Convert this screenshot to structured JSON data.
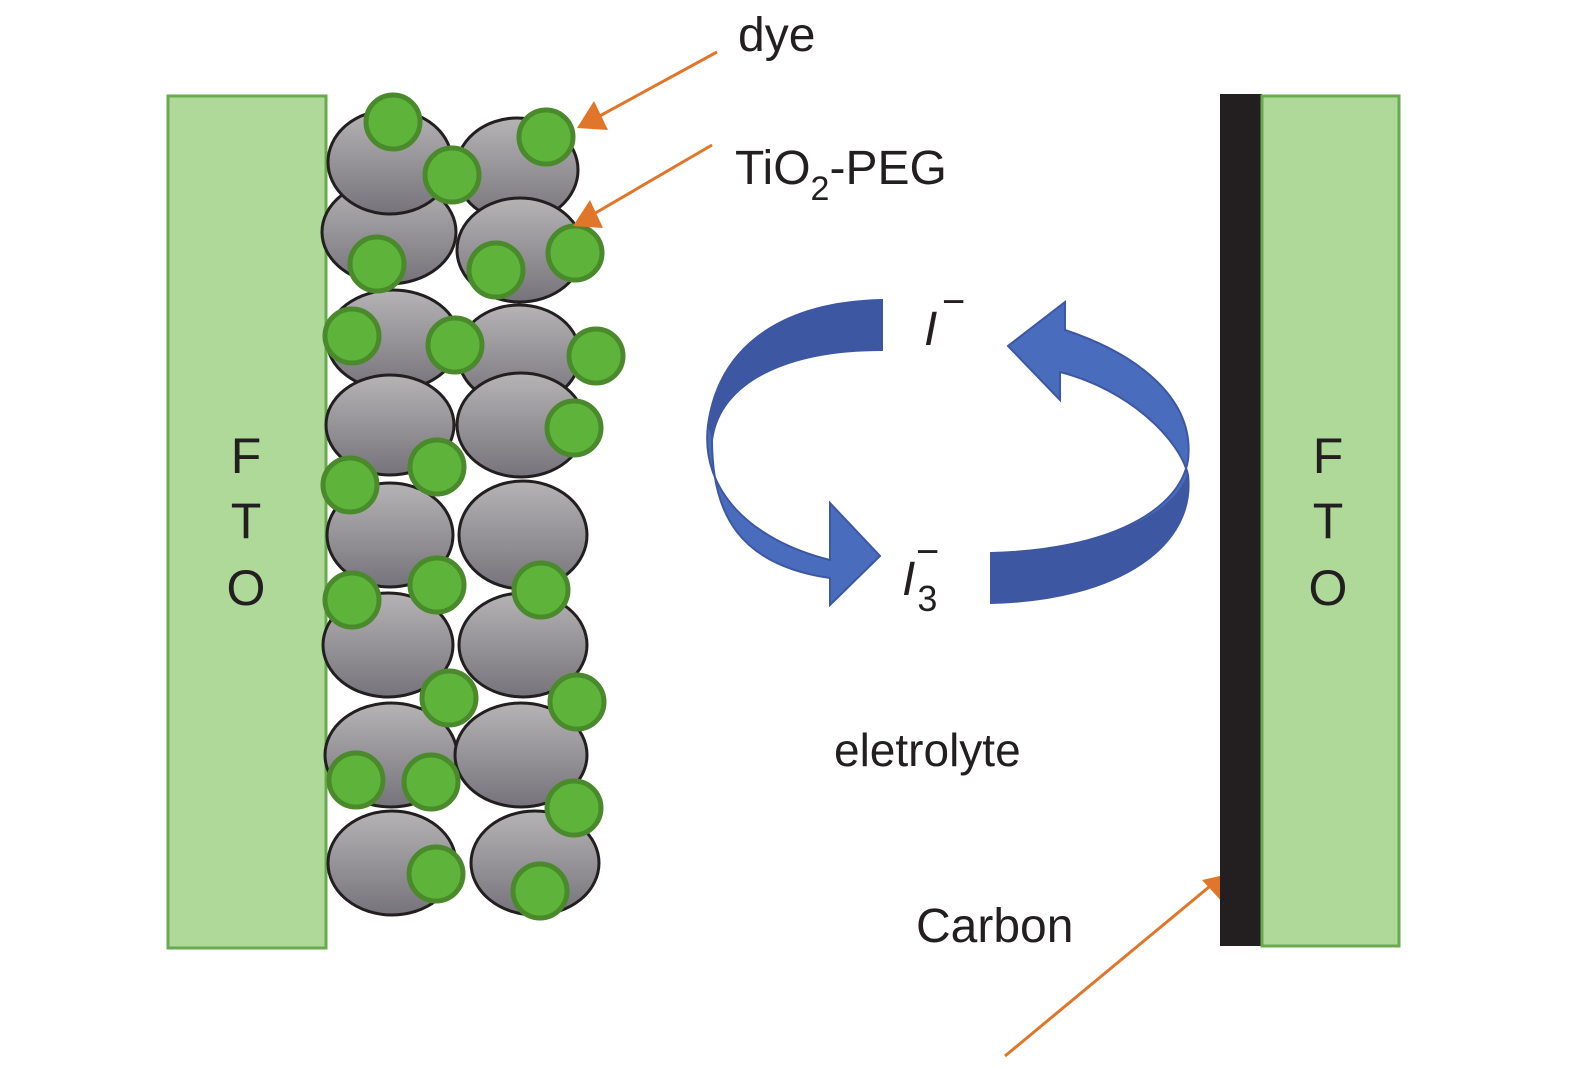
{
  "diagram": {
    "title_labels": {
      "dye": "dye",
      "tio2_main": "TiO",
      "tio2_sub": "2",
      "tio2_suffix": "-PEG",
      "electrolyte": "eletrolyte",
      "carbon": "Carbon"
    },
    "left_electrode": {
      "letters": [
        "F",
        "T",
        "O"
      ]
    },
    "right_electrode": {
      "letters": [
        "F",
        "T",
        "O"
      ]
    },
    "redox": {
      "iodide_base": "I",
      "iodide_charge": "−",
      "triiodide_base": "I",
      "triiodide_sub": "3",
      "triiodide_charge": "−"
    },
    "colors": {
      "fto_fill": "#aed999",
      "fto_stroke": "#6aaa4e",
      "carbon": "#231f20",
      "particle_top": "#b5b3b4",
      "particle_bottom": "#76747b",
      "dye_fill": "#5eb33a",
      "dye_stroke": "#4a8a2c",
      "arrow_orange": "#e0762a",
      "cycle_blue_light": "#4a6cbd",
      "cycle_blue_dark": "#3d57a3"
    }
  }
}
